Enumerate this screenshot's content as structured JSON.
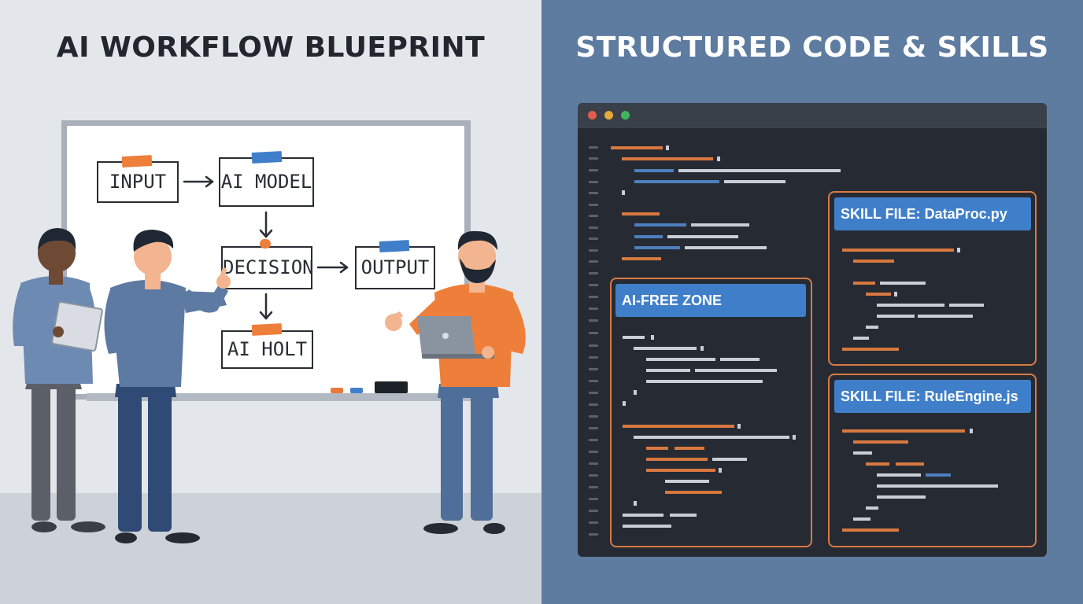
{
  "left": {
    "title": "AI WORKFLOW BLUEPRINT",
    "whiteboard": {
      "nodes": {
        "input": "INPUT",
        "ai_model": "AI MODEL",
        "decision": "DECISION",
        "output": "OUTPUT",
        "ai_halt": "AI HOLT"
      }
    }
  },
  "right": {
    "title": "STRUCTURED CODE & SKILLS",
    "editor": {
      "zones": {
        "ai_free": "AI-FREE ZONE",
        "skill_1": "SKILL FILE: DataProc.py",
        "skill_2": "SKILL FILE: RuleEngine.js"
      }
    }
  },
  "colors": {
    "left_background": "#e3e6ea",
    "right_background": "#5e7ba0",
    "editor_background": "#262b33",
    "code_orange": "#d8783f",
    "code_blue": "#4e7fbf",
    "code_light": "#c9ced6",
    "zone_border": "#d87a44",
    "zone_label": "#3f7fc9",
    "shirt_orange": "#ee7f3a",
    "shirt_blue": "#5c7aa2"
  }
}
